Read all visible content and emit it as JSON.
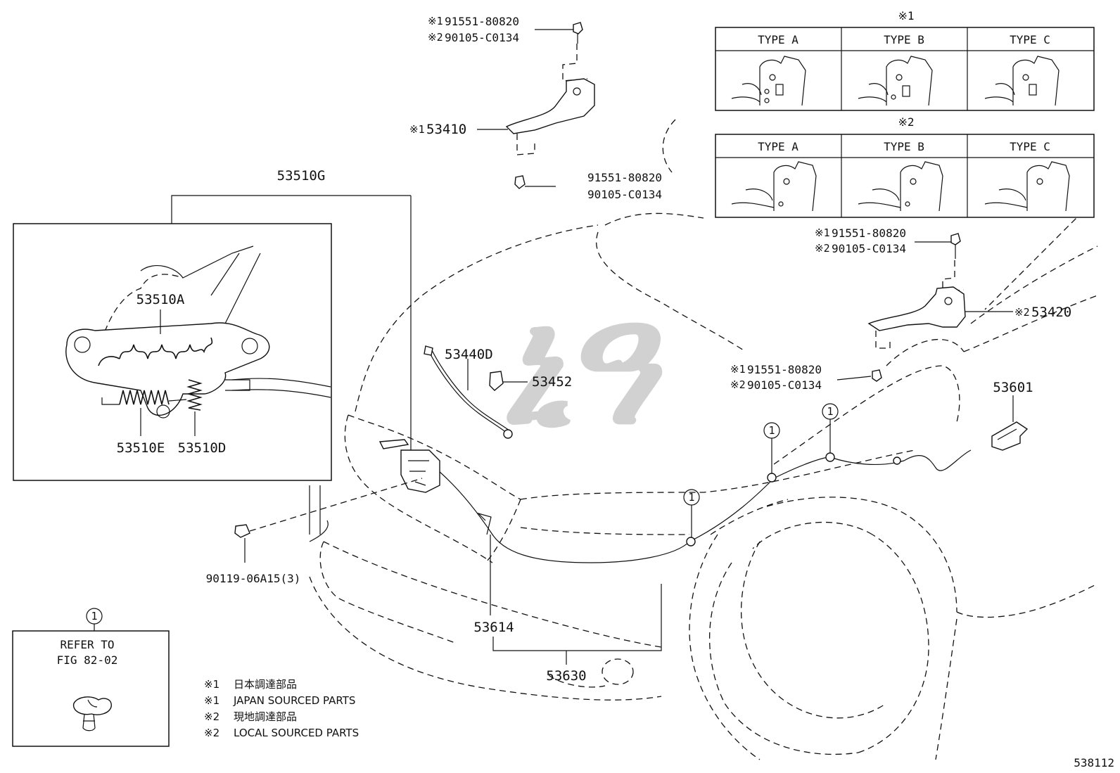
{
  "watermark": "ኒዓ",
  "parts": {
    "p53410": {
      "mark": "※1",
      "num": "53410"
    },
    "p53420": {
      "mark": "※2",
      "num": "53420"
    },
    "p53510G": "53510G",
    "p53510A": "53510A",
    "p53510E": "53510E",
    "p53510D": "53510D",
    "p53440D": "53440D",
    "p53452": "53452",
    "p53601": "53601",
    "p53614": "53614",
    "p53630": "53630",
    "bolt_90119": "90119-06A15(3)",
    "bolt_center_a": "91551-80820",
    "bolt_center_b": "90105-C0134"
  },
  "bolt_callouts": {
    "top": {
      "mark1": "※1",
      "num1": "91551-80820",
      "mark2": "※2",
      "num2": "90105-C0134"
    },
    "right_upper": {
      "mark1": "※1",
      "num1": "91551-80820",
      "mark2": "※2",
      "num2": "90105-C0134"
    },
    "right_lower": {
      "mark1": "※1",
      "num1": "91551-80820",
      "mark2": "※2",
      "num2": "90105-C0134"
    }
  },
  "type_tables": [
    {
      "mark": "※1",
      "types": [
        "TYPE A",
        "TYPE B",
        "TYPE C"
      ]
    },
    {
      "mark": "※2",
      "types": [
        "TYPE A",
        "TYPE B",
        "TYPE C"
      ]
    }
  ],
  "circle_ref": "1",
  "refer_box": {
    "circle": "1",
    "line1": "REFER TO",
    "line2": "FIG 82-02"
  },
  "legend": [
    {
      "mark": "※1",
      "text": "日本調達部品"
    },
    {
      "mark": "※1",
      "text": "JAPAN SOURCED PARTS"
    },
    {
      "mark": "※2",
      "text": "現地調達部品"
    },
    {
      "mark": "※2",
      "text": "LOCAL SOURCED PARTS"
    }
  ],
  "figure_number": "538112"
}
